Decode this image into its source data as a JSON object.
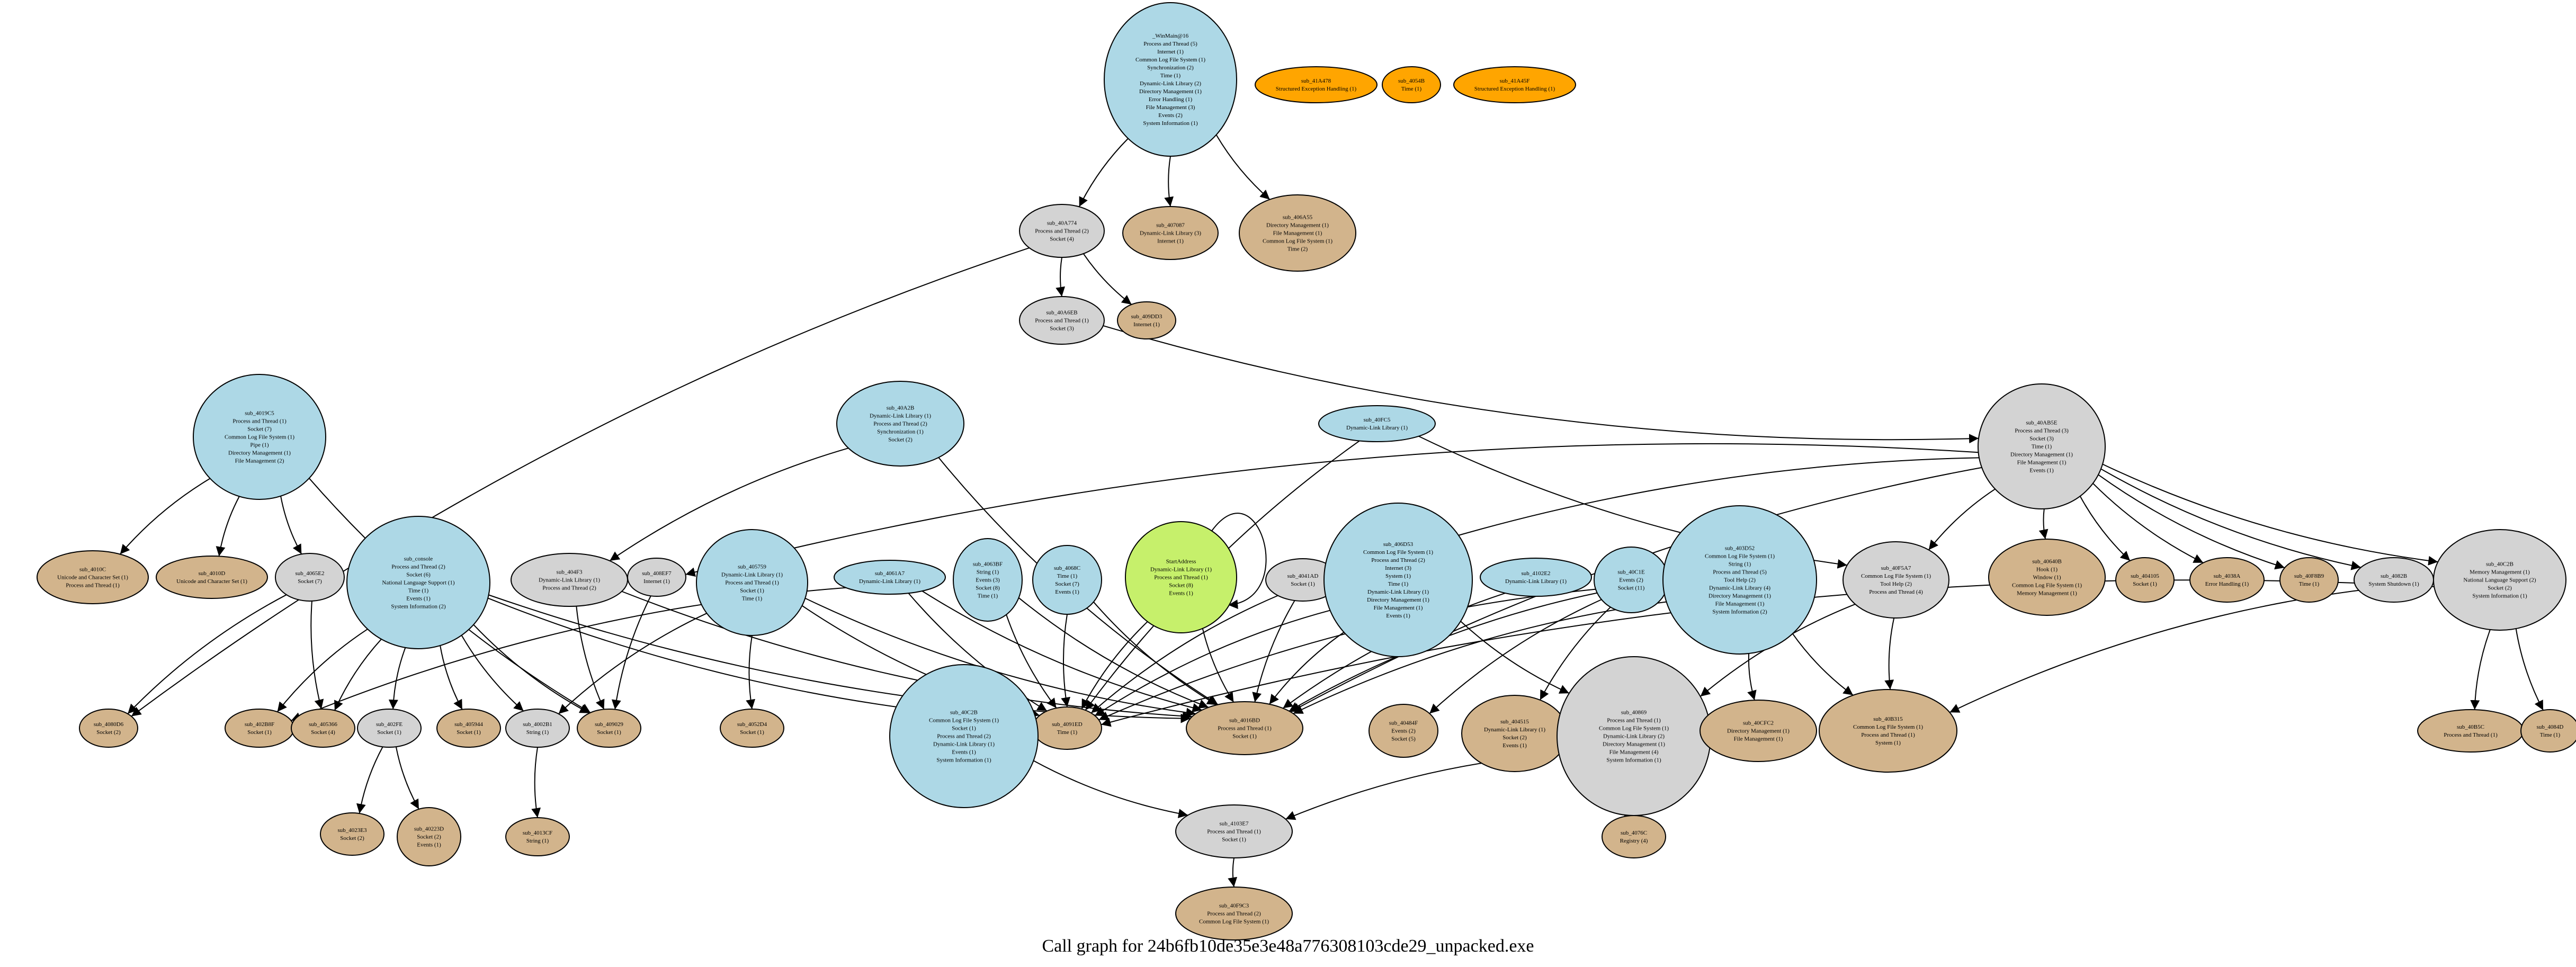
{
  "colors": {
    "blue": "#add8e6",
    "gray": "#d3d3d3",
    "tan": "#d2b48c",
    "orange": "#ffa500",
    "green": "#c6f06b"
  },
  "caption": "Call graph for 24b6fb10de35e3e48a776308103cde29_unpacked.exe",
  "nodes": [
    {
      "id": "winmain",
      "color": "blue",
      "lines": [
        "_WinMain@16",
        "Process and Thread (5)",
        "Internet (1)",
        "Common Log File System (1)",
        "Synchronization (2)",
        "Time (1)",
        "Dynamic-Link Library (2)",
        "Directory Management (1)",
        "Error Handling (1)",
        "File Management (3)",
        "Events (2)",
        "System Information (1)"
      ]
    },
    {
      "id": "o41a478",
      "color": "orange",
      "lines": [
        "sub_41A478",
        "Structured Exception Handling (1)"
      ]
    },
    {
      "id": "o4054b",
      "color": "orange",
      "lines": [
        "sub_4054B",
        "Time (1)"
      ]
    },
    {
      "id": "o41a45f",
      "color": "orange",
      "lines": [
        "sub_41A45F",
        "Structured Exception Handling (1)"
      ]
    },
    {
      "id": "n40a774",
      "color": "gray",
      "lines": [
        "sub_40A774",
        "Process and Thread (2)",
        "Socket (4)"
      ]
    },
    {
      "id": "n407087",
      "color": "tan",
      "lines": [
        "sub_407087",
        "Dynamic-Link Library (3)",
        "Internet (1)"
      ]
    },
    {
      "id": "n406a55",
      "color": "tan",
      "lines": [
        "sub_406A55",
        "Directory Management (1)",
        "File Management (1)",
        "Common Log File System (1)",
        "Time (2)"
      ]
    },
    {
      "id": "n40a6eb",
      "color": "gray",
      "lines": [
        "sub_40A6EB",
        "Process and Thread (1)",
        "Socket (3)"
      ]
    },
    {
      "id": "n409dd3",
      "color": "tan",
      "lines": [
        "sub_409DD3",
        "Internet (1)"
      ]
    },
    {
      "id": "n4019c5",
      "color": "blue",
      "lines": [
        "sub_4019C5",
        "Process and Thread (1)",
        "Socket (7)",
        "Common Log File System (1)",
        "Pipe (1)",
        "Directory Management (1)",
        "File Management (2)"
      ]
    },
    {
      "id": "n40a2b",
      "color": "blue",
      "lines": [
        "sub_40A2B",
        "Dynamic-Link Library (1)",
        "Process and Thread (2)",
        "Synchronization (1)",
        "Socket (2)"
      ]
    },
    {
      "id": "n40fc5",
      "color": "blue",
      "lines": [
        "sub_40FC5",
        "Dynamic-Link Library (1)"
      ]
    },
    {
      "id": "n40ab5e",
      "color": "gray",
      "lines": [
        "sub_40AB5E",
        "Process and Thread (3)",
        "Socket (3)",
        "Time (1)",
        "Directory Management (1)",
        "File Management (1)",
        "Events (1)"
      ]
    },
    {
      "id": "n4010c",
      "color": "tan",
      "lines": [
        "sub_4010C",
        "Unicode and Character Set (1)",
        "Process and Thread (1)"
      ]
    },
    {
      "id": "n4010d",
      "color": "tan",
      "lines": [
        "sub_4010D",
        "Unicode and Character Set (1)"
      ]
    },
    {
      "id": "n4065e2",
      "color": "gray",
      "lines": [
        "sub_4065E2",
        "Socket (7)"
      ]
    },
    {
      "id": "console",
      "color": "blue",
      "lines": [
        "sub_console",
        "Process and Thread (2)",
        "Socket (6)",
        "National Language Support (1)",
        "Time (1)",
        "Events (1)",
        "System Information (2)"
      ]
    },
    {
      "id": "n404f3",
      "color": "gray",
      "lines": [
        "sub_404F3",
        "Dynamic-Link Library (1)",
        "Process and Thread (2)"
      ]
    },
    {
      "id": "n408ef7",
      "color": "gray",
      "lines": [
        "sub_408EF7",
        "Internet (1)"
      ]
    },
    {
      "id": "n405759",
      "color": "blue",
      "lines": [
        "sub_405759",
        "Dynamic-Link Library (1)",
        "Process and Thread (1)",
        "Socket (1)",
        "Time (1)"
      ]
    },
    {
      "id": "n4061a7",
      "color": "blue",
      "lines": [
        "sub_4061A7",
        "Dynamic-Link Library (1)"
      ]
    },
    {
      "id": "n4063bf",
      "color": "blue",
      "lines": [
        "sub_4063BF",
        "String (1)",
        "Events (3)",
        "Socket (8)",
        "Time (1)"
      ]
    },
    {
      "id": "n4068c",
      "color": "blue",
      "lines": [
        "sub_4068C",
        "Time (1)",
        "Socket (7)",
        "Events (1)"
      ]
    },
    {
      "id": "start",
      "color": "green",
      "lines": [
        "StartAddress",
        "Dynamic-Link Library (1)",
        "Process and Thread (1)",
        "Socket (8)",
        "Events (1)"
      ]
    },
    {
      "id": "n4041ad",
      "color": "gray",
      "lines": [
        "sub_4041AD",
        "Socket (1)"
      ]
    },
    {
      "id": "n406d53",
      "color": "blue",
      "lines": [
        "sub_406D53",
        "Common Log File System (1)",
        "Process and Thread (2)",
        "Internet (3)",
        "System (1)",
        "Time (1)",
        "Dynamic-Link Library (1)",
        "Directory Management (1)",
        "File Management (1)",
        "Events (1)"
      ]
    },
    {
      "id": "n4102e2",
      "color": "blue",
      "lines": [
        "sub_4102E2",
        "Dynamic-Link Library (1)"
      ]
    },
    {
      "id": "n40c1e",
      "color": "blue",
      "lines": [
        "sub_40C1E",
        "Events (2)",
        "Socket (11)"
      ]
    },
    {
      "id": "n403d52",
      "color": "blue",
      "lines": [
        "sub_403D52",
        "Common Log File System (1)",
        "String (1)",
        "Process and Thread (5)",
        "Tool Help (2)",
        "Dynamic-Link Library (4)",
        "Directory Management (1)",
        "File Management (1)",
        "System Information (2)"
      ]
    },
    {
      "id": "n40f5a7",
      "color": "gray",
      "lines": [
        "sub_40F5A7",
        "Common Log File System (1)",
        "Tool Help (2)",
        "Process and Thread (4)"
      ]
    },
    {
      "id": "n40640b",
      "color": "tan",
      "lines": [
        "sub_40640B",
        "Hook (1)",
        "Window (1)",
        "Common Log File System (1)",
        "Memory Management (1)"
      ]
    },
    {
      "id": "n404105",
      "color": "tan",
      "lines": [
        "sub_404105",
        "Socket (1)"
      ]
    },
    {
      "id": "n4038a",
      "color": "tan",
      "lines": [
        "sub_4038A",
        "Error Handling (1)"
      ]
    },
    {
      "id": "n40f8b9",
      "color": "tan",
      "lines": [
        "sub_40F8B9",
        "Time (1)"
      ]
    },
    {
      "id": "n4082b",
      "color": "gray",
      "lines": [
        "sub_4082B",
        "System Shutdown (1)"
      ]
    },
    {
      "id": "n40c2b",
      "color": "gray",
      "lines": [
        "sub_40C2B",
        "Memory Management (1)",
        "National Language Support (2)",
        "Socket (2)",
        "System Information (1)"
      ]
    },
    {
      "id": "n4080d6",
      "color": "tan",
      "lines": [
        "sub_4080D6",
        "Socket (2)"
      ]
    },
    {
      "id": "n402b8f",
      "color": "tan",
      "lines": [
        "sub_402B8F",
        "Socket (1)"
      ]
    },
    {
      "id": "n405366",
      "color": "tan",
      "lines": [
        "sub_405366",
        "Socket (4)"
      ]
    },
    {
      "id": "n402fe",
      "color": "gray",
      "lines": [
        "sub_402FE",
        "Socket (1)"
      ]
    },
    {
      "id": "n405944",
      "color": "tan",
      "lines": [
        "sub_405944",
        "Socket (1)"
      ]
    },
    {
      "id": "n4002b1",
      "color": "gray",
      "lines": [
        "sub_4002B1",
        "String (1)"
      ]
    },
    {
      "id": "n409029",
      "color": "tan",
      "lines": [
        "sub_409029",
        "Socket (1)"
      ]
    },
    {
      "id": "n4052d4",
      "color": "tan",
      "lines": [
        "sub_4052D4",
        "Socket (1)"
      ]
    },
    {
      "id": "n4091ed",
      "color": "tan",
      "lines": [
        "sub_4091ED",
        "Time (1)"
      ]
    },
    {
      "id": "n4016bd",
      "color": "tan",
      "lines": [
        "sub_4016BD",
        "Process and Thread (1)",
        "Socket (1)"
      ]
    },
    {
      "id": "n40c2b2",
      "color": "blue",
      "lines": [
        "sub_40C2B",
        "Common Log File System (1)",
        "Socket (1)",
        "Process and Thread (2)",
        "Dynamic-Link Library (1)",
        "Events (1)",
        "System Information (1)"
      ]
    },
    {
      "id": "n40484f",
      "color": "tan",
      "lines": [
        "sub_40484F",
        "Events (2)",
        "Socket (5)"
      ]
    },
    {
      "id": "n404515",
      "color": "tan",
      "lines": [
        "sub_404515",
        "Dynamic-Link Library (1)",
        "Socket (2)",
        "Events (1)"
      ]
    },
    {
      "id": "n40869",
      "color": "gray",
      "lines": [
        "sub_40869",
        "Process and Thread (1)",
        "Common Log File System (1)",
        "Dynamic-Link Library (2)",
        "Directory Management (1)",
        "File Management (4)",
        "System Information (1)"
      ]
    },
    {
      "id": "n40cfc2",
      "color": "tan",
      "lines": [
        "sub_40CFC2",
        "Directory Management (1)",
        "File Management (1)"
      ]
    },
    {
      "id": "n40b315",
      "color": "tan",
      "lines": [
        "sub_40B315",
        "Common Log File System (1)",
        "Process and Thread (1)",
        "System (1)"
      ]
    },
    {
      "id": "n40b5c",
      "color": "tan",
      "lines": [
        "sub_40B5C",
        "Process and Thread (1)"
      ]
    },
    {
      "id": "n4084d",
      "color": "tan",
      "lines": [
        "sub_4084D",
        "Time (1)"
      ]
    },
    {
      "id": "n4023e3",
      "color": "tan",
      "lines": [
        "sub_4023E3",
        "Socket (2)"
      ]
    },
    {
      "id": "n40223d",
      "color": "tan",
      "lines": [
        "sub_40223D",
        "Socket (2)",
        "Events (1)"
      ]
    },
    {
      "id": "n4013cf",
      "color": "tan",
      "lines": [
        "sub_4013CF",
        "String (1)"
      ]
    },
    {
      "id": "n4076c",
      "color": "tan",
      "lines": [
        "sub_4076C",
        "Registry (4)"
      ]
    },
    {
      "id": "n4103e7",
      "color": "gray",
      "lines": [
        "sub_4103E7",
        "Process and Thread (1)",
        "Socket (1)"
      ]
    },
    {
      "id": "n40f9c3",
      "color": "tan",
      "lines": [
        "sub_40F9C3",
        "Process and Thread (2)",
        "Common Log File System (1)"
      ]
    }
  ],
  "edges": [
    [
      "winmain",
      "n40a774"
    ],
    [
      "winmain",
      "n407087"
    ],
    [
      "winmain",
      "n406a55"
    ],
    [
      "n40a774",
      "n40a6eb"
    ],
    [
      "n40a774",
      "n409dd3"
    ],
    [
      "n40a774",
      "n4080d6"
    ],
    [
      "n40a6eb",
      "n40ab5e"
    ],
    [
      "n4019c5",
      "n4010c"
    ],
    [
      "n4019c5",
      "n4010d"
    ],
    [
      "n4019c5",
      "n4065e2"
    ],
    [
      "n4019c5",
      "n409029"
    ],
    [
      "n4065e2",
      "n4080d6"
    ],
    [
      "n4065e2",
      "n405366"
    ],
    [
      "n40a2b",
      "n404f3"
    ],
    [
      "n40a2b",
      "n4016bd"
    ],
    [
      "n40fc5",
      "n4091ed"
    ],
    [
      "n40fc5",
      "n40f5a7"
    ],
    [
      "console",
      "n402b8f"
    ],
    [
      "console",
      "n405366"
    ],
    [
      "console",
      "n402fe"
    ],
    [
      "console",
      "n405944"
    ],
    [
      "console",
      "n4002b1"
    ],
    [
      "console",
      "n409029"
    ],
    [
      "console",
      "n4091ed"
    ],
    [
      "console",
      "n4016bd"
    ],
    [
      "n402fe",
      "n4023e3"
    ],
    [
      "n402fe",
      "n40223d"
    ],
    [
      "n404f3",
      "n409029"
    ],
    [
      "n404f3",
      "n4016bd"
    ],
    [
      "n408ef7",
      "n409029"
    ],
    [
      "n405759",
      "n4002b1"
    ],
    [
      "n405759",
      "n4052d4"
    ],
    [
      "n405759",
      "n4091ed"
    ],
    [
      "n405759",
      "n4016bd"
    ],
    [
      "n4061a7",
      "n4091ed"
    ],
    [
      "n4061a7",
      "n4016bd"
    ],
    [
      "n4061a7",
      "n402b8f"
    ],
    [
      "n4063bf",
      "n4091ed"
    ],
    [
      "n4063bf",
      "n4016bd"
    ],
    [
      "n4068c",
      "n4091ed"
    ],
    [
      "n4068c",
      "n4016bd"
    ],
    [
      "start",
      "start"
    ],
    [
      "start",
      "n4091ed"
    ],
    [
      "start",
      "n4016bd"
    ],
    [
      "n4041ad",
      "n4091ed"
    ],
    [
      "n4041ad",
      "n4016bd"
    ],
    [
      "n406d53",
      "n4091ed"
    ],
    [
      "n406d53",
      "n4016bd"
    ],
    [
      "n406d53",
      "n40869"
    ],
    [
      "n4102e2",
      "n4016bd"
    ],
    [
      "n40c1e",
      "n4091ed"
    ],
    [
      "n40c1e",
      "n4016bd"
    ],
    [
      "n40c1e",
      "n40484f"
    ],
    [
      "n40c1e",
      "n404515"
    ],
    [
      "n403d52",
      "n4016bd"
    ],
    [
      "n403d52",
      "n40cfc2"
    ],
    [
      "n403d52",
      "n40b315"
    ],
    [
      "n40f5a7",
      "n40b315"
    ],
    [
      "n40f5a7",
      "n40869"
    ],
    [
      "n4002b1",
      "n4013cf"
    ],
    [
      "n40869",
      "n4076c"
    ],
    [
      "n40869",
      "n4103e7"
    ],
    [
      "n40c2b2",
      "n4103e7"
    ],
    [
      "n4103e7",
      "n40f9c3"
    ],
    [
      "n40ab5e",
      "n408ef7"
    ],
    [
      "n40ab5e",
      "n4041ad"
    ],
    [
      "n40ab5e",
      "n40f5a7"
    ],
    [
      "n40ab5e",
      "n40640b"
    ],
    [
      "n40ab5e",
      "n404105"
    ],
    [
      "n40ab5e",
      "n4038a"
    ],
    [
      "n40ab5e",
      "n40f8b9"
    ],
    [
      "n40ab5e",
      "n4082b"
    ],
    [
      "n40ab5e",
      "n40c2b"
    ],
    [
      "n40ab5e",
      "n4016bd"
    ],
    [
      "n4082b",
      "n40b315"
    ],
    [
      "n40c2b",
      "n40b5c"
    ],
    [
      "n40c2b",
      "n4084d"
    ],
    [
      "n40c2b",
      "n4091ed"
    ]
  ]
}
